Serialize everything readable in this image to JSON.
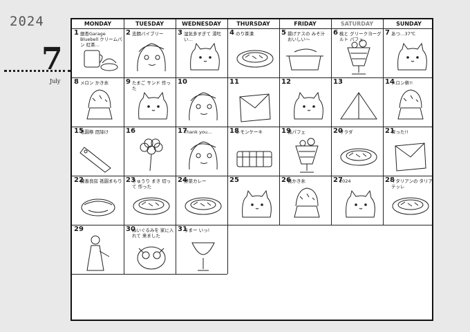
{
  "year": "2024",
  "month_number": "7",
  "month_name": "July",
  "weekdays": [
    "MONDAY",
    "TUESDAY",
    "WEDNESDAY",
    "THURSDAY",
    "FRIDAY",
    "SATURDAY",
    "SUNDAY"
  ],
  "days": [
    {
      "n": "1",
      "note": "銀杏Garage Bluebell クリームパン 紅茶…"
    },
    {
      "n": "2",
      "note": "志朗バイブリー"
    },
    {
      "n": "3",
      "note": "湿気多すぎて 湯吐い…"
    },
    {
      "n": "4",
      "note": "のり茶漬"
    },
    {
      "n": "5",
      "note": "揚げナスの みそ汁 おいしい〜"
    },
    {
      "n": "6",
      "note": "桃と グリークヨーグルト パフェ"
    },
    {
      "n": "7",
      "note": "あつ…37℃"
    },
    {
      "n": "8",
      "note": "メロン かき氷"
    },
    {
      "n": "9",
      "note": "たまご サンド 作った"
    },
    {
      "n": "10",
      "note": ""
    },
    {
      "n": "11",
      "note": ""
    },
    {
      "n": "12",
      "note": ""
    },
    {
      "n": "13",
      "note": ""
    },
    {
      "n": "14",
      "note": "メロン祭!!"
    },
    {
      "n": "15",
      "note": "祇園祭 厄除け"
    },
    {
      "n": "16",
      "note": ""
    },
    {
      "n": "17",
      "note": "Thank you..."
    },
    {
      "n": "18",
      "note": "レモンケーキ"
    },
    {
      "n": "19",
      "note": "桃パフェ"
    },
    {
      "n": "20",
      "note": "サラダ"
    },
    {
      "n": "21",
      "note": "作った!!"
    },
    {
      "n": "22",
      "note": "鍵善良房 祇園まもり"
    },
    {
      "n": "23",
      "note": "きゅうり まき 切って 作った"
    },
    {
      "n": "24",
      "note": "野菜カレー"
    },
    {
      "n": "25",
      "note": ""
    },
    {
      "n": "26",
      "note": "桃かき氷"
    },
    {
      "n": "27",
      "note": "2024"
    },
    {
      "n": "28",
      "note": "イタリアンの タリアテッレ"
    },
    {
      "n": "29",
      "note": ""
    },
    {
      "n": "30",
      "note": "ぬいぐるみを 家に入れて 来ました"
    },
    {
      "n": "31",
      "note": "うまー いっ!"
    }
  ]
}
